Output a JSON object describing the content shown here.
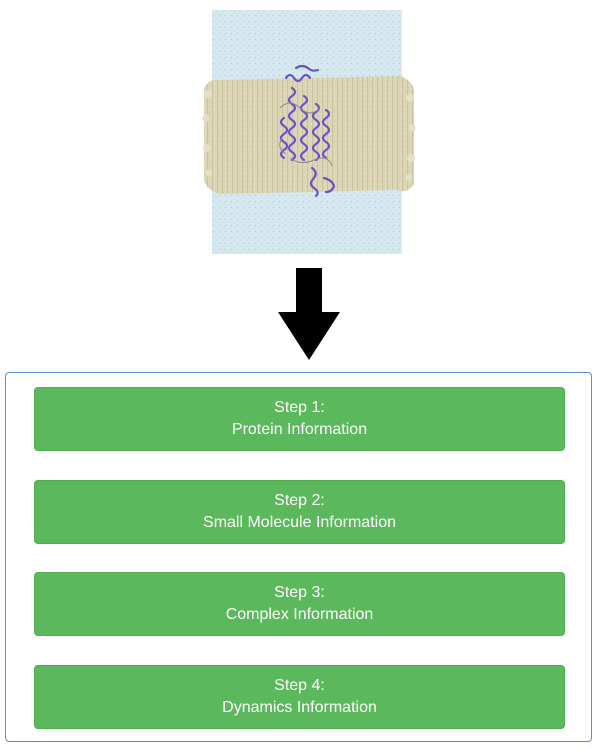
{
  "colors": {
    "step_button_bg": "#5cb85c",
    "step_button_text": "#ffffff",
    "panel_border": "#5b8fd0",
    "arrow": "#000000",
    "water": "#d3e7ef",
    "lipid": "#dcd7b8",
    "protein": "#6a52c8"
  },
  "image": {
    "icon": "membrane-protein-simulation"
  },
  "arrow": {
    "icon": "down-arrow"
  },
  "steps": [
    {
      "title": "Step 1:",
      "subtitle": "Protein Information"
    },
    {
      "title": "Step 2:",
      "subtitle": "Small Molecule Information"
    },
    {
      "title": "Step 3:",
      "subtitle": "Complex Information"
    },
    {
      "title": "Step 4:",
      "subtitle": "Dynamics Information"
    }
  ]
}
